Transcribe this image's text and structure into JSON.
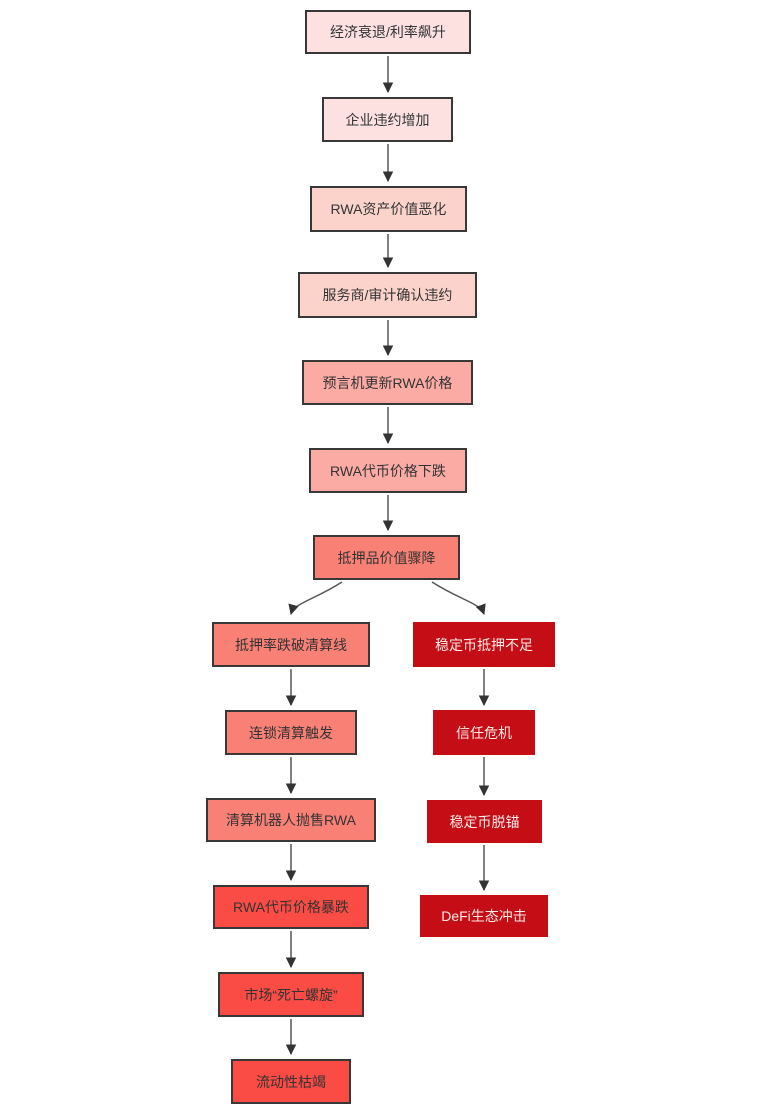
{
  "diagram": {
    "type": "flowchart",
    "description": "RWA / DeFi risk cascade flowchart, top-down with one branch",
    "nodes": [
      {
        "id": "economic-recession",
        "label": "经济衰退/利率飙升",
        "stage_color": "#fce1e0"
      },
      {
        "id": "corporate-defaults-rise",
        "label": "企业违约增加",
        "stage_color": "#fce1e0"
      },
      {
        "id": "rwa-asset-value-deteriorates",
        "label": "RWA资产价值恶化",
        "stage_color": "#fbd3cb"
      },
      {
        "id": "servicer-audit-confirms-default",
        "label": "服务商/审计确认违约",
        "stage_color": "#fbd3cb"
      },
      {
        "id": "oracle-updates-rwa-price",
        "label": "预言机更新RWA价格",
        "stage_color": "#fbaba4"
      },
      {
        "id": "rwa-token-price-falls",
        "label": "RWA代币价格下跌",
        "stage_color": "#fbaba4"
      },
      {
        "id": "collateral-value-plunges",
        "label": "抵押品价值骤降",
        "stage_color": "#f98075"
      },
      {
        "id": "collateral-ratio-breaks-liquidation-line",
        "label": "抵押率跌破清算线",
        "stage_color": "#f98075"
      },
      {
        "id": "cascading-liquidation-triggered",
        "label": "连锁清算触发",
        "stage_color": "#f98075"
      },
      {
        "id": "liquidation-bots-dump-rwa",
        "label": "清算机器人抛售RWA",
        "stage_color": "#f98075"
      },
      {
        "id": "rwa-token-price-crashes",
        "label": "RWA代币价格暴跌",
        "stage_color": "#fb4b45"
      },
      {
        "id": "market-death-spiral",
        "label": "市场“死亡螺旋”",
        "stage_color": "#fb4b45"
      },
      {
        "id": "liquidity-dries-up",
        "label": "流动性枯竭",
        "stage_color": "#fb4b45"
      },
      {
        "id": "stablecoin-undercollateralized",
        "label": "稳定币抵押不足",
        "stage_color": "#c40d14"
      },
      {
        "id": "trust-crisis",
        "label": "信任危机",
        "stage_color": "#c40d14"
      },
      {
        "id": "stablecoin-depegs",
        "label": "稳定币脱锚",
        "stage_color": "#c40d14"
      },
      {
        "id": "defi-ecosystem-shock",
        "label": "DeFi生态冲击",
        "stage_color": "#c40d14"
      }
    ],
    "edges": [
      {
        "from": "economic-recession",
        "to": "corporate-defaults-rise"
      },
      {
        "from": "corporate-defaults-rise",
        "to": "rwa-asset-value-deteriorates"
      },
      {
        "from": "rwa-asset-value-deteriorates",
        "to": "servicer-audit-confirms-default"
      },
      {
        "from": "servicer-audit-confirms-default",
        "to": "oracle-updates-rwa-price"
      },
      {
        "from": "oracle-updates-rwa-price",
        "to": "rwa-token-price-falls"
      },
      {
        "from": "rwa-token-price-falls",
        "to": "collateral-value-plunges"
      },
      {
        "from": "collateral-value-plunges",
        "to": "collateral-ratio-breaks-liquidation-line"
      },
      {
        "from": "collateral-value-plunges",
        "to": "stablecoin-undercollateralized"
      },
      {
        "from": "collateral-ratio-breaks-liquidation-line",
        "to": "cascading-liquidation-triggered"
      },
      {
        "from": "cascading-liquidation-triggered",
        "to": "liquidation-bots-dump-rwa"
      },
      {
        "from": "liquidation-bots-dump-rwa",
        "to": "rwa-token-price-crashes"
      },
      {
        "from": "rwa-token-price-crashes",
        "to": "market-death-spiral"
      },
      {
        "from": "market-death-spiral",
        "to": "liquidity-dries-up"
      },
      {
        "from": "stablecoin-undercollateralized",
        "to": "trust-crisis"
      },
      {
        "from": "trust-crisis",
        "to": "stablecoin-depegs"
      },
      {
        "from": "stablecoin-depegs",
        "to": "defi-ecosystem-shock"
      }
    ],
    "palette": {
      "stage_1_light_pink": "#fce1e0",
      "stage_2_peach_pink": "#fbd3cb",
      "stage_3_medium_pink": "#fbaba4",
      "stage_4_salmon": "#f98075",
      "stage_5_bright_red": "#fb4b45",
      "stage_6_dark_red": "#c40d14",
      "node_border": "#383838",
      "dark_text": "#333333",
      "light_text": "#ffeaea",
      "edge_line": "#555555",
      "arrowhead": "#333333",
      "background": "#ffffff"
    }
  }
}
